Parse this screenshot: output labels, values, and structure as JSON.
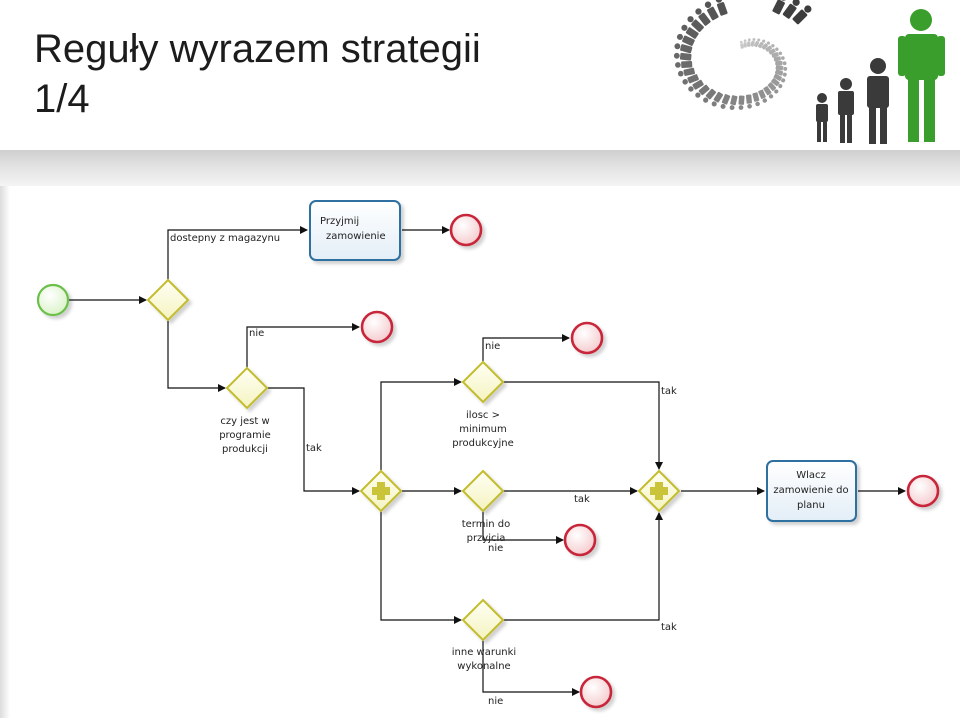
{
  "slide": {
    "title_line1": "Reguły wyrazem strategii",
    "title_line2": "1/4"
  },
  "logo": {
    "icon": "people-spiral-logo",
    "accent_color": "#3a9e2c",
    "dark_color": "#3a3a3a"
  },
  "diagram": {
    "colors": {
      "start": "#7ccf55",
      "end": "#c8283a",
      "gateway": "#c9c43a",
      "task_border": "#2f6f9f"
    },
    "tasks": [
      {
        "id": "przyjmij",
        "lines": [
          "Przyjmij",
          "zamowienie"
        ]
      },
      {
        "id": "wlacz",
        "lines": [
          "Wlacz",
          "zamowienie do",
          "planu"
        ]
      }
    ],
    "gateways": [
      {
        "id": "g1",
        "kind": "exclusive",
        "lines": []
      },
      {
        "id": "g2",
        "kind": "exclusive",
        "lines": [
          "czy jest w",
          "programie",
          "produkcji"
        ]
      },
      {
        "id": "g3",
        "kind": "exclusive",
        "lines": [
          "ilosc >",
          "minimum",
          "produkcyjne"
        ]
      },
      {
        "id": "g4",
        "kind": "exclusive",
        "lines": [
          "termin do",
          "przyjcia"
        ]
      },
      {
        "id": "g5",
        "kind": "exclusive",
        "lines": [
          "inne warunki",
          "wykonalne"
        ]
      },
      {
        "id": "p1",
        "kind": "parallel",
        "lines": []
      },
      {
        "id": "p2",
        "kind": "parallel",
        "lines": []
      }
    ],
    "flow_labels": {
      "dostepny": "dostepny z magazynu",
      "nie_g2": "nie",
      "tak_g2": "tak",
      "nie_g3": "nie",
      "tak_g3": "tak",
      "tak_g4": "tak",
      "nie_g4": "nie",
      "tak_g5": "tak",
      "nie_g5": "nie"
    }
  }
}
